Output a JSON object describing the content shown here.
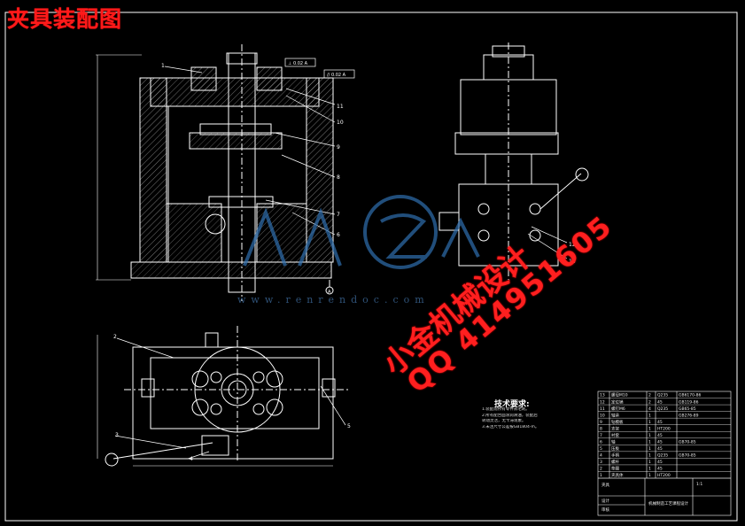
{
  "title": "夹具装配图",
  "technical_requirements": {
    "title": "技术要求:",
    "lines": [
      "1.装配前所有零件去毛刺。",
      "2.所有配合面涂润滑油，装配后",
      "转动灵活，无卡滞现象。",
      "3.未注尺寸公差按GB1804-m。"
    ]
  },
  "part_callouts": [
    "1",
    "2",
    "3",
    "4",
    "5",
    "6",
    "7",
    "8",
    "9",
    "10",
    "11",
    "12",
    "13"
  ],
  "tolerance_frames": [
    "⊥ 0.02 A",
    "// 0.02 A"
  ],
  "datum": "A",
  "bom_rows": [
    {
      "no": "13",
      "name": "螺母M10",
      "qty": "2",
      "material": "Q235",
      "std": "GB6170-86"
    },
    {
      "no": "12",
      "name": "定位销",
      "qty": "2",
      "material": "45",
      "std": "GB119-86"
    },
    {
      "no": "11",
      "name": "螺钉M6",
      "qty": "4",
      "material": "Q235",
      "std": "GB65-85"
    },
    {
      "no": "10",
      "name": "轴承",
      "qty": "1",
      "material": "",
      "std": "GB276-89"
    },
    {
      "no": "9",
      "name": "钻模板",
      "qty": "1",
      "material": "45",
      "std": ""
    },
    {
      "no": "8",
      "name": "支架",
      "qty": "1",
      "material": "HT200",
      "std": ""
    },
    {
      "no": "7",
      "name": "衬套",
      "qty": "1",
      "material": "45",
      "std": ""
    },
    {
      "no": "6",
      "name": "轴",
      "qty": "1",
      "material": "45",
      "std": "GB70-85"
    },
    {
      "no": "5",
      "name": "压板",
      "qty": "1",
      "material": "45",
      "std": ""
    },
    {
      "no": "4",
      "name": "手柄",
      "qty": "1",
      "material": "Q235",
      "std": "GB70-85"
    },
    {
      "no": "3",
      "name": "螺杆",
      "qty": "1",
      "material": "45",
      "std": ""
    },
    {
      "no": "2",
      "name": "垫圈",
      "qty": "1",
      "material": "45",
      "std": ""
    },
    {
      "no": "1",
      "name": "夹具体",
      "qty": "1",
      "material": "HT200",
      "std": ""
    }
  ],
  "title_block": {
    "name": "夹具",
    "designer": "设计",
    "checker": "审核",
    "school": "机械制造工艺课程设计",
    "scale": "1:1"
  },
  "watermark": {
    "cn": "小金机械设计",
    "qq": "QQ 414951605",
    "url": "www.renrendoc.com"
  }
}
